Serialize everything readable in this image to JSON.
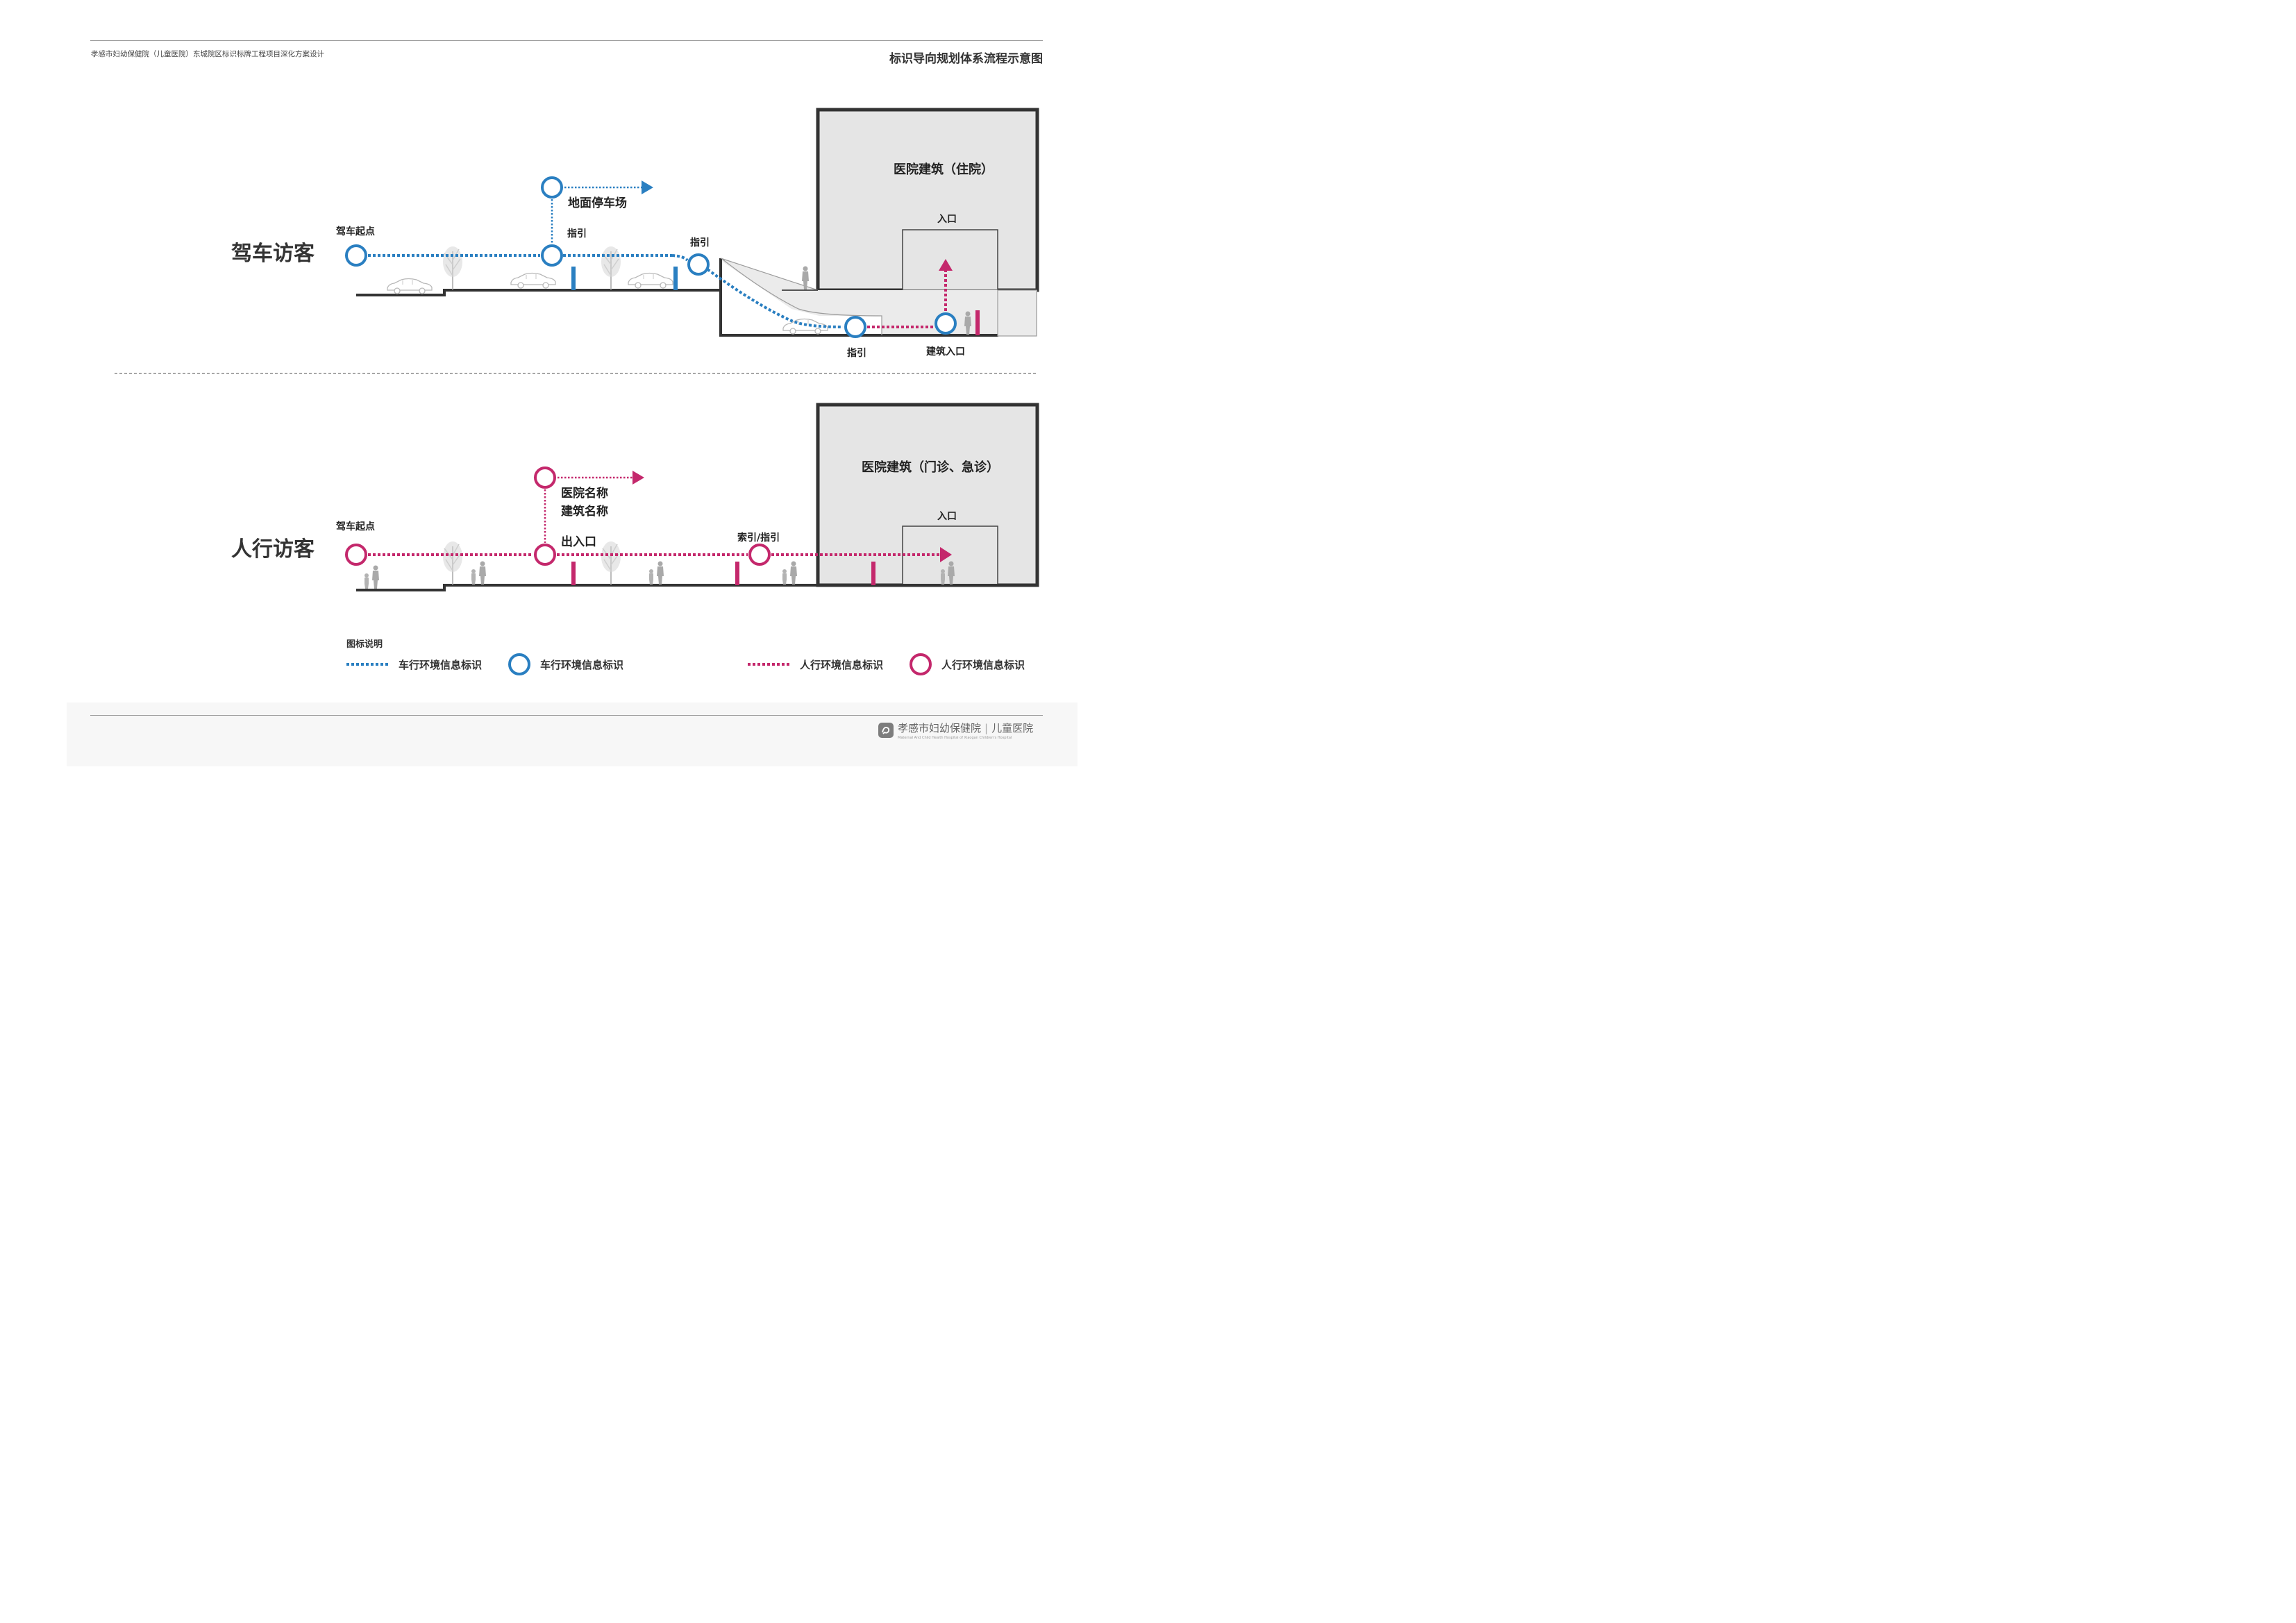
{
  "header": {
    "project": "孝感市妇幼保健院（儿童医院）东城院区标识标牌工程项目深化方案设计",
    "title": "标识导向规划体系流程示意图"
  },
  "colors": {
    "vehicle": "#2a7fc1",
    "pedestrian": "#c4286c",
    "ground": "#333333",
    "building_fill": "#e5e5e5"
  },
  "driving": {
    "title": "驾车访客",
    "start": "驾车起点",
    "guide1": "指引",
    "parking": "地面停车场",
    "guide2": "指引",
    "guide3": "指引",
    "building_entrance": "建筑入口",
    "building": "医院建筑（住院）",
    "entrance": "入口"
  },
  "walking": {
    "title": "人行访客",
    "start": "驾车起点",
    "names_line1": "医院名称",
    "names_line2": "建筑名称",
    "exit_entrance": "出入口",
    "index_guide": "索引/指引",
    "building": "医院建筑（门诊、急诊）",
    "entrance": "入口"
  },
  "legend": {
    "title": "图标说明",
    "vehicle_line": "车行环境信息标识",
    "vehicle_node": "车行环境信息标识",
    "ped_line": "人行环境信息标识",
    "ped_node": "人行环境信息标识"
  },
  "footer": {
    "logo_name": "孝感市妇幼保健院",
    "logo_sub": "儿童医院",
    "logo_en": "Maternal And Child Health Hospital of Xiaogan",
    "logo_en_sub": "Children's Hospital"
  }
}
